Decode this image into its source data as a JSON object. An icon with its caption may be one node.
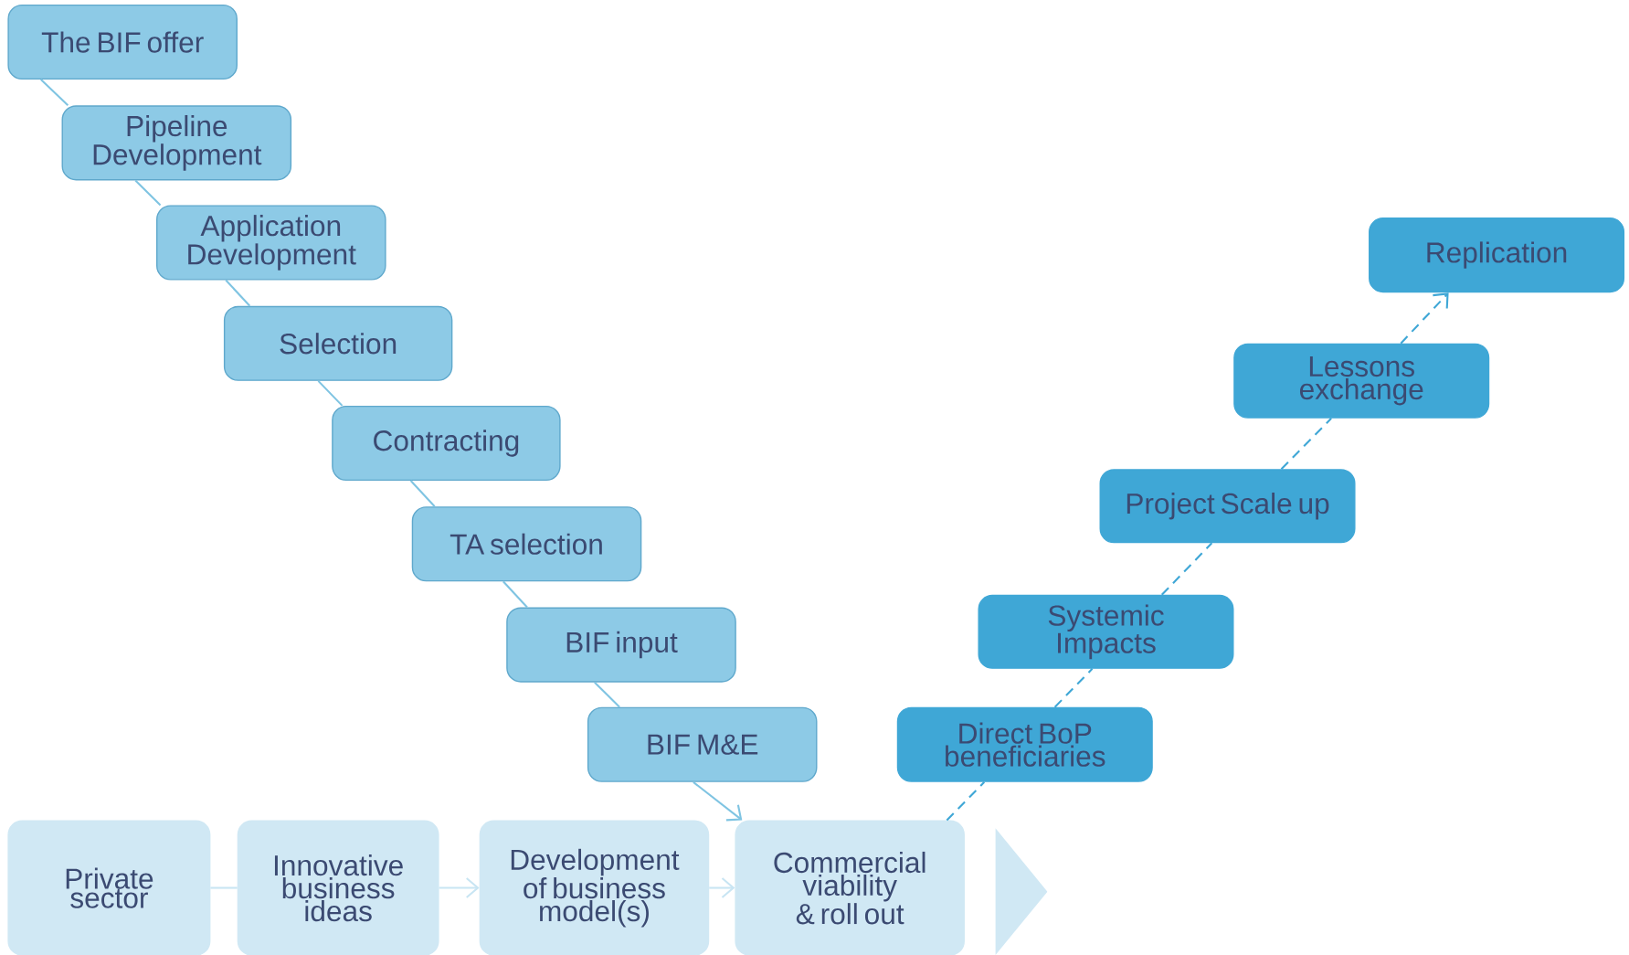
{
  "diagram": {
    "nodes": [
      {
        "text": [
          "The BIF offer"
        ]
      },
      {
        "text": [
          "Pipeline Development"
        ]
      },
      {
        "text": [
          "Application Development"
        ]
      },
      {
        "text": [
          "Selection"
        ]
      },
      {
        "text": [
          "Contracting"
        ]
      },
      {
        "text": [
          "TA selection"
        ]
      },
      {
        "text": [
          "BIF input"
        ]
      },
      {
        "text": [
          "BIF M&E"
        ]
      },
      {
        "text": [
          "Private sector"
        ]
      },
      {
        "text": [
          "Innovative business ideas"
        ]
      },
      {
        "text": [
          "Development of business model(s)"
        ]
      },
      {
        "text": [
          "Commercial viability & roll out"
        ]
      },
      {
        "text": [],
        "shape": "triangle"
      },
      {
        "text": [
          "Direct BoP beneficiaries"
        ]
      },
      {
        "text": [
          "Systemic Impacts"
        ]
      },
      {
        "text": [
          "Project Scale up"
        ]
      },
      {
        "text": [
          "Lessons exchange"
        ]
      },
      {
        "text": [
          "Replication"
        ]
      }
    ],
    "edges": [
      {
        "from": 0,
        "to": 1,
        "arrow": "none"
      },
      {
        "from": 1,
        "to": 2,
        "arrow": "none"
      },
      {
        "from": 2,
        "to": 3,
        "arrow": "none"
      },
      {
        "from": 3,
        "to": 4,
        "arrow": "none"
      },
      {
        "from": 4,
        "to": 5,
        "arrow": "none"
      },
      {
        "from": 5,
        "to": 6,
        "arrow": "none"
      },
      {
        "from": 6,
        "to": 7,
        "arrow": "none"
      },
      {
        "from": 7,
        "to": 11,
        "arrow": "to"
      },
      {
        "from": 8,
        "to": 9,
        "arrow": "none",
        "color": "#c8e5f3"
      },
      {
        "from": 9,
        "to": 10,
        "arrow": "to",
        "color": "#c8e5f3"
      },
      {
        "from": 10,
        "to": 11,
        "arrow": "to",
        "color": "#c8e5f3"
      },
      {
        "from": 11,
        "to": 13,
        "arrow": "none",
        "style": "dashed",
        "color": "#3fa7d6"
      },
      {
        "from": 13,
        "to": 14,
        "arrow": "none",
        "style": "dashed",
        "color": "#3fa7d6"
      },
      {
        "from": 14,
        "to": 15,
        "arrow": "none",
        "style": "dashed",
        "color": "#3fa7d6"
      },
      {
        "from": 15,
        "to": 16,
        "arrow": "none",
        "style": "dashed",
        "color": "#3fa7d6"
      },
      {
        "from": 16,
        "to": 17,
        "arrow": "to",
        "style": "dashed",
        "color": "#3fa7d6"
      }
    ]
  }
}
